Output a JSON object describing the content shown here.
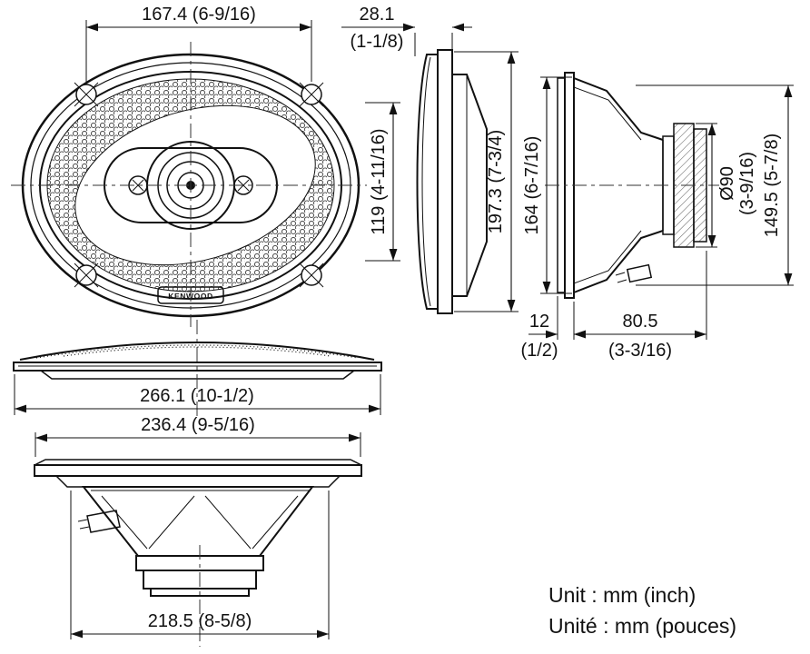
{
  "diagram": {
    "brand_label": "KENWOOD",
    "unit_note_en": "Unit : mm (inch)",
    "unit_note_fr": "Unité : mm (pouces)",
    "dimensions": {
      "front_width": "167.4 (6-9/16)",
      "grille_depth_mm": "28.1",
      "grille_depth_in": "(1-1/8)",
      "front_center_height": "119 (4-11/16)",
      "overall_height": "197.3 (7-3/4)",
      "frame_height": "164 (6-7/16)",
      "magnet_diameter_mm": "Ø90",
      "magnet_diameter_in": "(3-9/16)",
      "cutout_height": "149.5 (5-7/8)",
      "front_protrusion_mm": "12",
      "front_protrusion_in": "(1/2)",
      "mounting_depth_mm": "80.5",
      "mounting_depth_in": "(3-3/16)",
      "overall_length": "266.1 (10-1/2)",
      "flange_length": "236.4 (9-5/16)",
      "cutout_length": "218.5 (8-5/8)"
    }
  }
}
